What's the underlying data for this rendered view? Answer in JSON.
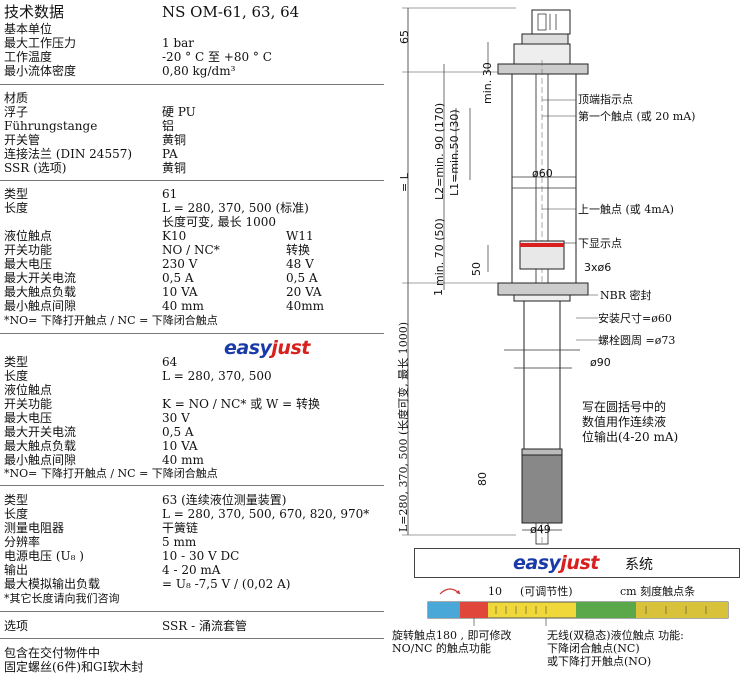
{
  "header": {
    "title": "技术数据",
    "model": "NS OM-61, 63, 64"
  },
  "general": [
    {
      "label": "基本单位",
      "value": ""
    },
    {
      "label": "最大工作压力",
      "value": "1 bar"
    },
    {
      "label": "工作温度",
      "value": "-20 ° C 至 +80 ° C"
    },
    {
      "label": "最小流体密度",
      "value": "0,80 kg/dm³"
    }
  ],
  "materials": [
    {
      "label": "材质",
      "value": ""
    },
    {
      "label": "浮子",
      "value": "硬 PU"
    },
    {
      "label": "Führungstange",
      "value": "铝"
    },
    {
      "label": "开关管",
      "value": "黄铜"
    },
    {
      "label": "连接法兰 (DIN 24557)",
      "value": "PA"
    },
    {
      "label": "SSR (选项)",
      "value": "黄铜"
    }
  ],
  "type61": {
    "rows": [
      {
        "label": "类型",
        "v1": "61",
        "v2": ""
      },
      {
        "label": "长度",
        "v1": "L = 280, 370, 500 (标准)",
        "v2": ""
      },
      {
        "label": "",
        "v1": "长度可变, 最长 1000",
        "v2": ""
      },
      {
        "label": "液位触点",
        "v1": "K10",
        "v2": "W11"
      },
      {
        "label": "开关功能",
        "v1": "NO / NC*",
        "v2": "转换"
      },
      {
        "label": "最大电压",
        "v1": "230 V",
        "v2": "48 V"
      },
      {
        "label": "最大开关电流",
        "v1": "0,5 A",
        "v2": "0,5 A"
      },
      {
        "label": "最大触点负载",
        "v1": "10 VA",
        "v2": "20 VA"
      },
      {
        "label": "最小触点间隙",
        "v1": "40 mm",
        "v2": "40mm"
      }
    ],
    "note": "*NO= 下降打开触点 / NC = 下降闭合触点"
  },
  "logo": {
    "part1": "easy",
    "part2": "just"
  },
  "type64": {
    "rows": [
      {
        "label": "类型",
        "v1": "64"
      },
      {
        "label": "长度",
        "v1": "L = 280, 370, 500"
      },
      {
        "label": "液位触点",
        "v1": ""
      },
      {
        "label": "开关功能",
        "v1": "K = NO / NC* 或 W = 转换"
      },
      {
        "label": "最大电压",
        "v1": "30 V"
      },
      {
        "label": "最大开关电流",
        "v1": "0,5 A"
      },
      {
        "label": "最大触点负载",
        "v1": "10 VA"
      },
      {
        "label": "最小触点间隙",
        "v1": "40 mm"
      }
    ],
    "note": "*NO= 下降打开触点 / NC = 下降闭合触点"
  },
  "type63": {
    "rows": [
      {
        "label": "类型",
        "v1": "63 (连续液位测量装置)"
      },
      {
        "label": "长度",
        "v1": "L = 280, 370, 500, 670, 820, 970*"
      },
      {
        "label": "测量电阻器",
        "v1": "干簧链"
      },
      {
        "label": "分辨率",
        "v1": "5 mm"
      },
      {
        "label": "电源电压 (U₈ )",
        "v1": "10 - 30 V DC"
      },
      {
        "label": "输出",
        "v1": "4 - 20 mA"
      },
      {
        "label": "最大模拟输出负载",
        "v1": "= U₈ -7,5 V / (0,02 A)"
      }
    ],
    "note": "*其它长度请向我们咨询"
  },
  "options": {
    "label": "选项",
    "value": "SSR - 涌流套管"
  },
  "delivery": [
    "包含在交付物件中",
    "固定螺丝(6件)和GI软木封"
  ],
  "drawing": {
    "dims": {
      "d65": "65",
      "min30": "min. 30",
      "l2": "L2=min. 90 (170)",
      "l1": "L1=min.50 (30)",
      "eqL": "= L",
      "min70": "min. 70 (50)",
      "d50": "50",
      "d1": "1",
      "d80": "80",
      "lvar": "L=280, 370, 500 (长度可变, 最长 1000)",
      "phi60": "ø60",
      "phi90": "ø90",
      "phi49": "ø49",
      "hole": "3xø6"
    },
    "callouts": {
      "top_marker": "顶端指示点",
      "first_contact": "第一个触点 (或 20 mA)",
      "upper_contact": "上一触点 (或 4mA)",
      "lower_marker": "下显示点",
      "nbr": "NBR 密封",
      "mount": "安装尺寸=ø60",
      "bolt": "螺栓圆周 =ø73"
    },
    "remark": [
      "写在圆括号中的",
      "数值用作连续液",
      "位输出(4-20 mA)"
    ]
  },
  "system": {
    "logo1": "easy",
    "logo2": "just",
    "label": "系统",
    "adjust_num": "10",
    "adjust_label": "(可调节性)",
    "cm_label": "cm 刻度触点条",
    "rotate": [
      "旋转触点180 , 即可修改",
      "NO/NC 的触点功能"
    ],
    "bistable": [
      "无线(双稳态)液位触点 功能:",
      "下降闭合触点(NC)",
      "或下降打开触点(NO)"
    ]
  },
  "colors": {
    "logo_blue": "#1a3aa8",
    "logo_red": "#d8201f",
    "strip_blue": "#4aa8d8",
    "strip_red": "#e0463a",
    "strip_yellow": "#f0d83a",
    "strip_green": "#5aa84a"
  }
}
